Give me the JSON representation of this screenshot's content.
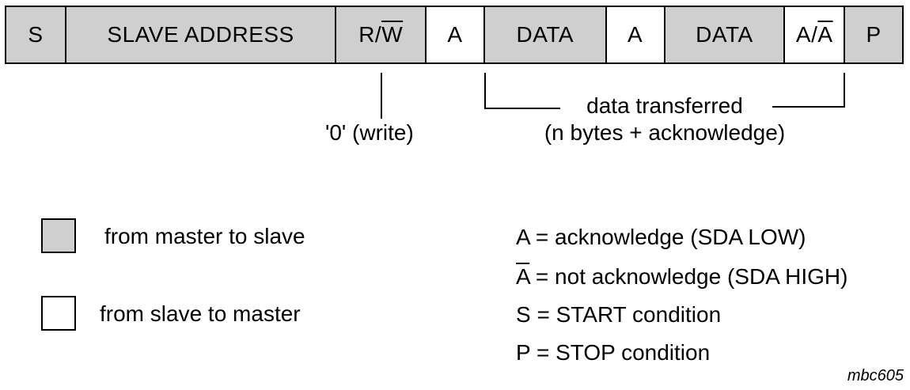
{
  "frame": {
    "fields": [
      {
        "text": "S",
        "kind": "master"
      },
      {
        "text": "SLAVE ADDRESS",
        "kind": "master"
      },
      {
        "text_prefix": "R/",
        "text_over": "W",
        "kind": "master"
      },
      {
        "text": "A",
        "kind": "slave"
      },
      {
        "text": "DATA",
        "kind": "master"
      },
      {
        "text": "A",
        "kind": "slave"
      },
      {
        "text": "DATA",
        "kind": "master"
      },
      {
        "text_prefix": "A/",
        "text_over": "A",
        "kind": "slave"
      },
      {
        "text": "P",
        "kind": "master"
      }
    ]
  },
  "annotations": {
    "write_label": "'0' (write)",
    "data_line1": "data transferred",
    "data_line2": "(n bytes + acknowledge)"
  },
  "legend": {
    "master_label": "from master to slave",
    "slave_label": "from slave to master"
  },
  "definitions": {
    "ack": "A = acknowledge (SDA LOW)",
    "nack_symbol": "A",
    "nack_rest": " = not acknowledge (SDA HIGH)",
    "start": "S = START condition",
    "stop": "P = STOP condition"
  },
  "figure_code": "mbc605"
}
